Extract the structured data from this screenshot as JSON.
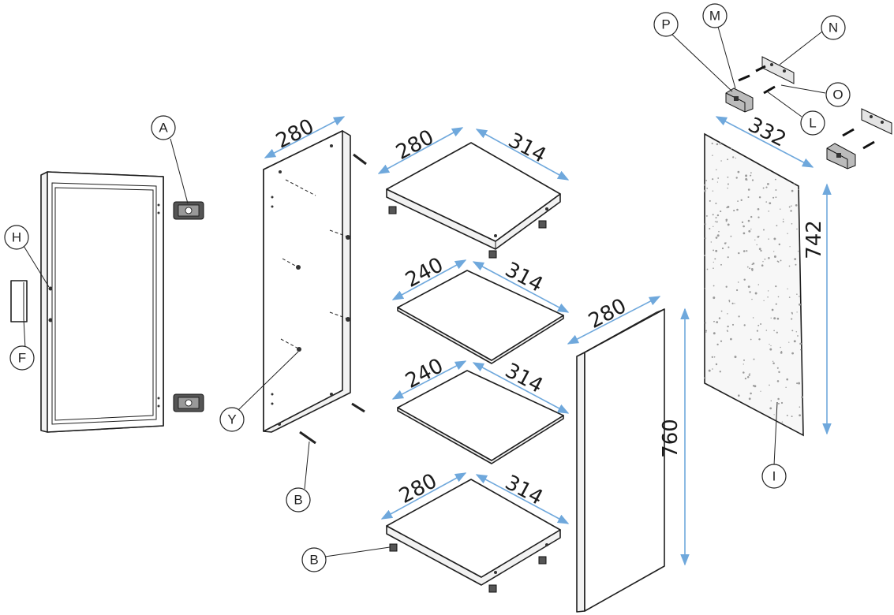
{
  "callouts": {
    "A": "A",
    "H": "H",
    "F": "F",
    "Y": "Y",
    "B_top": "B",
    "B_bottom": "B",
    "P": "P",
    "M": "M",
    "N": "N",
    "O": "O",
    "L": "L",
    "I": "I"
  },
  "dimensions": {
    "side_panel_depth": "280",
    "top_shelf_depth": "280",
    "top_shelf_width": "314",
    "shelf2_depth": "240",
    "shelf2_width": "314",
    "shelf3_depth": "240",
    "shelf3_width": "314",
    "bottom_shelf_depth": "280",
    "bottom_shelf_width": "314",
    "right_panel_depth": "280",
    "right_panel_height": "760",
    "back_panel_width": "332",
    "back_panel_height": "742"
  },
  "colors": {
    "dimension_arrow": "#6fa8dc",
    "outline": "#1f1f1f"
  }
}
